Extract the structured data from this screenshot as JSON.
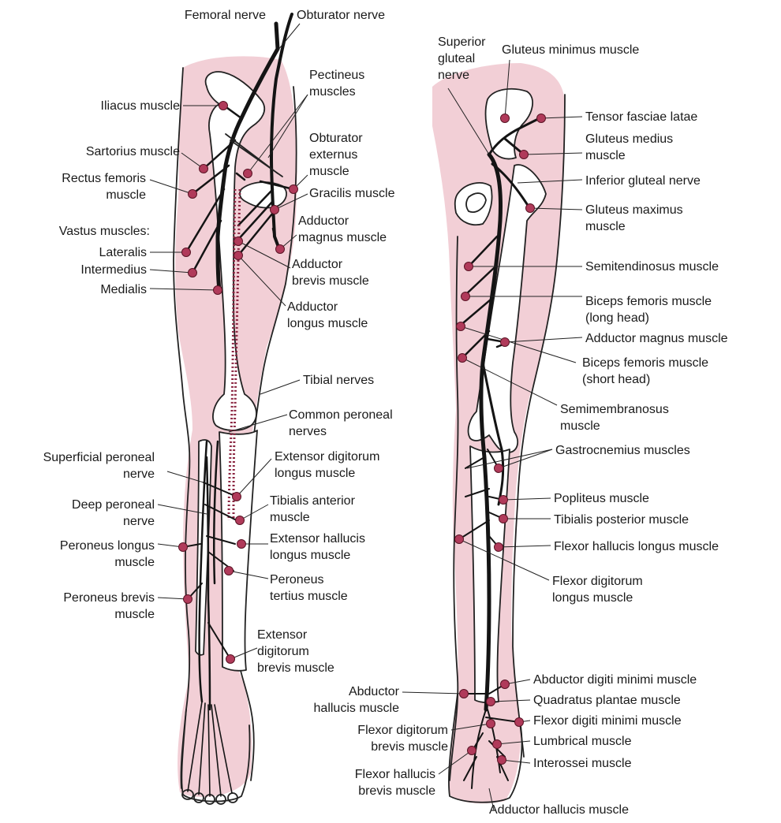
{
  "figure": {
    "colors": {
      "skin": "#f2cfd6",
      "nerve": "#141414",
      "muscle_dot": "#b03a5a",
      "outline": "#222222"
    }
  },
  "anterior": {
    "labels": {
      "femoral_nerve": [
        "Femoral nerve"
      ],
      "obturator_nerve": [
        "Obturator nerve"
      ],
      "pectineus": [
        "Pectineus",
        "muscles"
      ],
      "iliacus": [
        "Iliacus muscle"
      ],
      "obturator_externus": [
        "Obturator",
        "externus",
        "muscle"
      ],
      "sartorius": [
        "Sartorius muscle"
      ],
      "rectus_femoris": [
        "Rectus femoris",
        "muscle"
      ],
      "gracilis": [
        "Gracilis muscle"
      ],
      "adductor_magnus": [
        "Adductor",
        "magnus muscle"
      ],
      "vastus_heading": [
        "Vastus muscles:"
      ],
      "lateralis": [
        "Lateralis"
      ],
      "intermedius": [
        "Intermedius"
      ],
      "medialis": [
        "Medialis"
      ],
      "adductor_brevis": [
        "Adductor",
        "brevis muscle"
      ],
      "adductor_longus": [
        "Adductor",
        "longus muscle"
      ],
      "tibial_nerves": [
        "Tibial nerves"
      ],
      "common_peroneal": [
        "Common peroneal",
        "nerves"
      ],
      "superficial_peroneal": [
        "Superficial peroneal",
        "nerve"
      ],
      "ext_dig_longus": [
        "Extensor digitorum",
        "longus muscle"
      ],
      "deep_peroneal": [
        "Deep peroneal",
        "nerve"
      ],
      "tibialis_anterior": [
        "Tibialis anterior",
        "muscle"
      ],
      "peroneus_longus": [
        "Peroneus longus",
        "muscle"
      ],
      "ext_hallucis_longus": [
        "Extensor hallucis",
        "longus muscle"
      ],
      "peroneus_tertius": [
        "Peroneus",
        "tertius muscle"
      ],
      "peroneus_brevis": [
        "Peroneus brevis",
        "muscle"
      ],
      "ext_dig_brevis": [
        "Extensor",
        "digitorum",
        "brevis muscle"
      ]
    }
  },
  "posterior": {
    "labels": {
      "superior_gluteal": [
        "Superior",
        "gluteal",
        "nerve"
      ],
      "gluteus_minimus": [
        "Gluteus minimus muscle"
      ],
      "tensor_fasciae": [
        "Tensor fasciae latae"
      ],
      "gluteus_medius": [
        "Gluteus medius",
        "muscle"
      ],
      "inferior_gluteal": [
        "Inferior gluteal nerve"
      ],
      "gluteus_maximus": [
        "Gluteus maximus",
        "muscle"
      ],
      "semitendinosus": [
        "Semitendinosus muscle"
      ],
      "biceps_long": [
        "Biceps femoris muscle",
        "(long head)"
      ],
      "adductor_magnus_post": [
        "Adductor magnus muscle"
      ],
      "biceps_short": [
        "Biceps femoris muscle",
        "(short head)"
      ],
      "semimembranosus": [
        "Semimembranosus",
        "muscle"
      ],
      "gastrocnemius": [
        "Gastrocnemius muscles"
      ],
      "popliteus": [
        "Popliteus muscle"
      ],
      "tibialis_posterior": [
        "Tibialis posterior muscle"
      ],
      "flexor_hallucis_longus": [
        "Flexor hallucis longus muscle"
      ],
      "flexor_dig_longus": [
        "Flexor digitorum",
        "longus muscle"
      ],
      "abductor_digiti_minimi": [
        "Abductor digiti minimi muscle"
      ],
      "abductor_hallucis": [
        "Abductor",
        "hallucis muscle"
      ],
      "quadratus_plantae": [
        "Quadratus plantae muscle"
      ],
      "flexor_digiti_minimi": [
        "Flexor digiti minimi muscle"
      ],
      "flexor_dig_brevis": [
        "Flexor digitorum",
        "brevis muscle"
      ],
      "lumbrical": [
        "Lumbrical muscle"
      ],
      "interossei": [
        "Interossei muscle"
      ],
      "flexor_hallucis_brevis": [
        "Flexor hallucis",
        "brevis muscle"
      ],
      "adductor_hallucis": [
        "Adductor hallucis muscle"
      ]
    }
  }
}
